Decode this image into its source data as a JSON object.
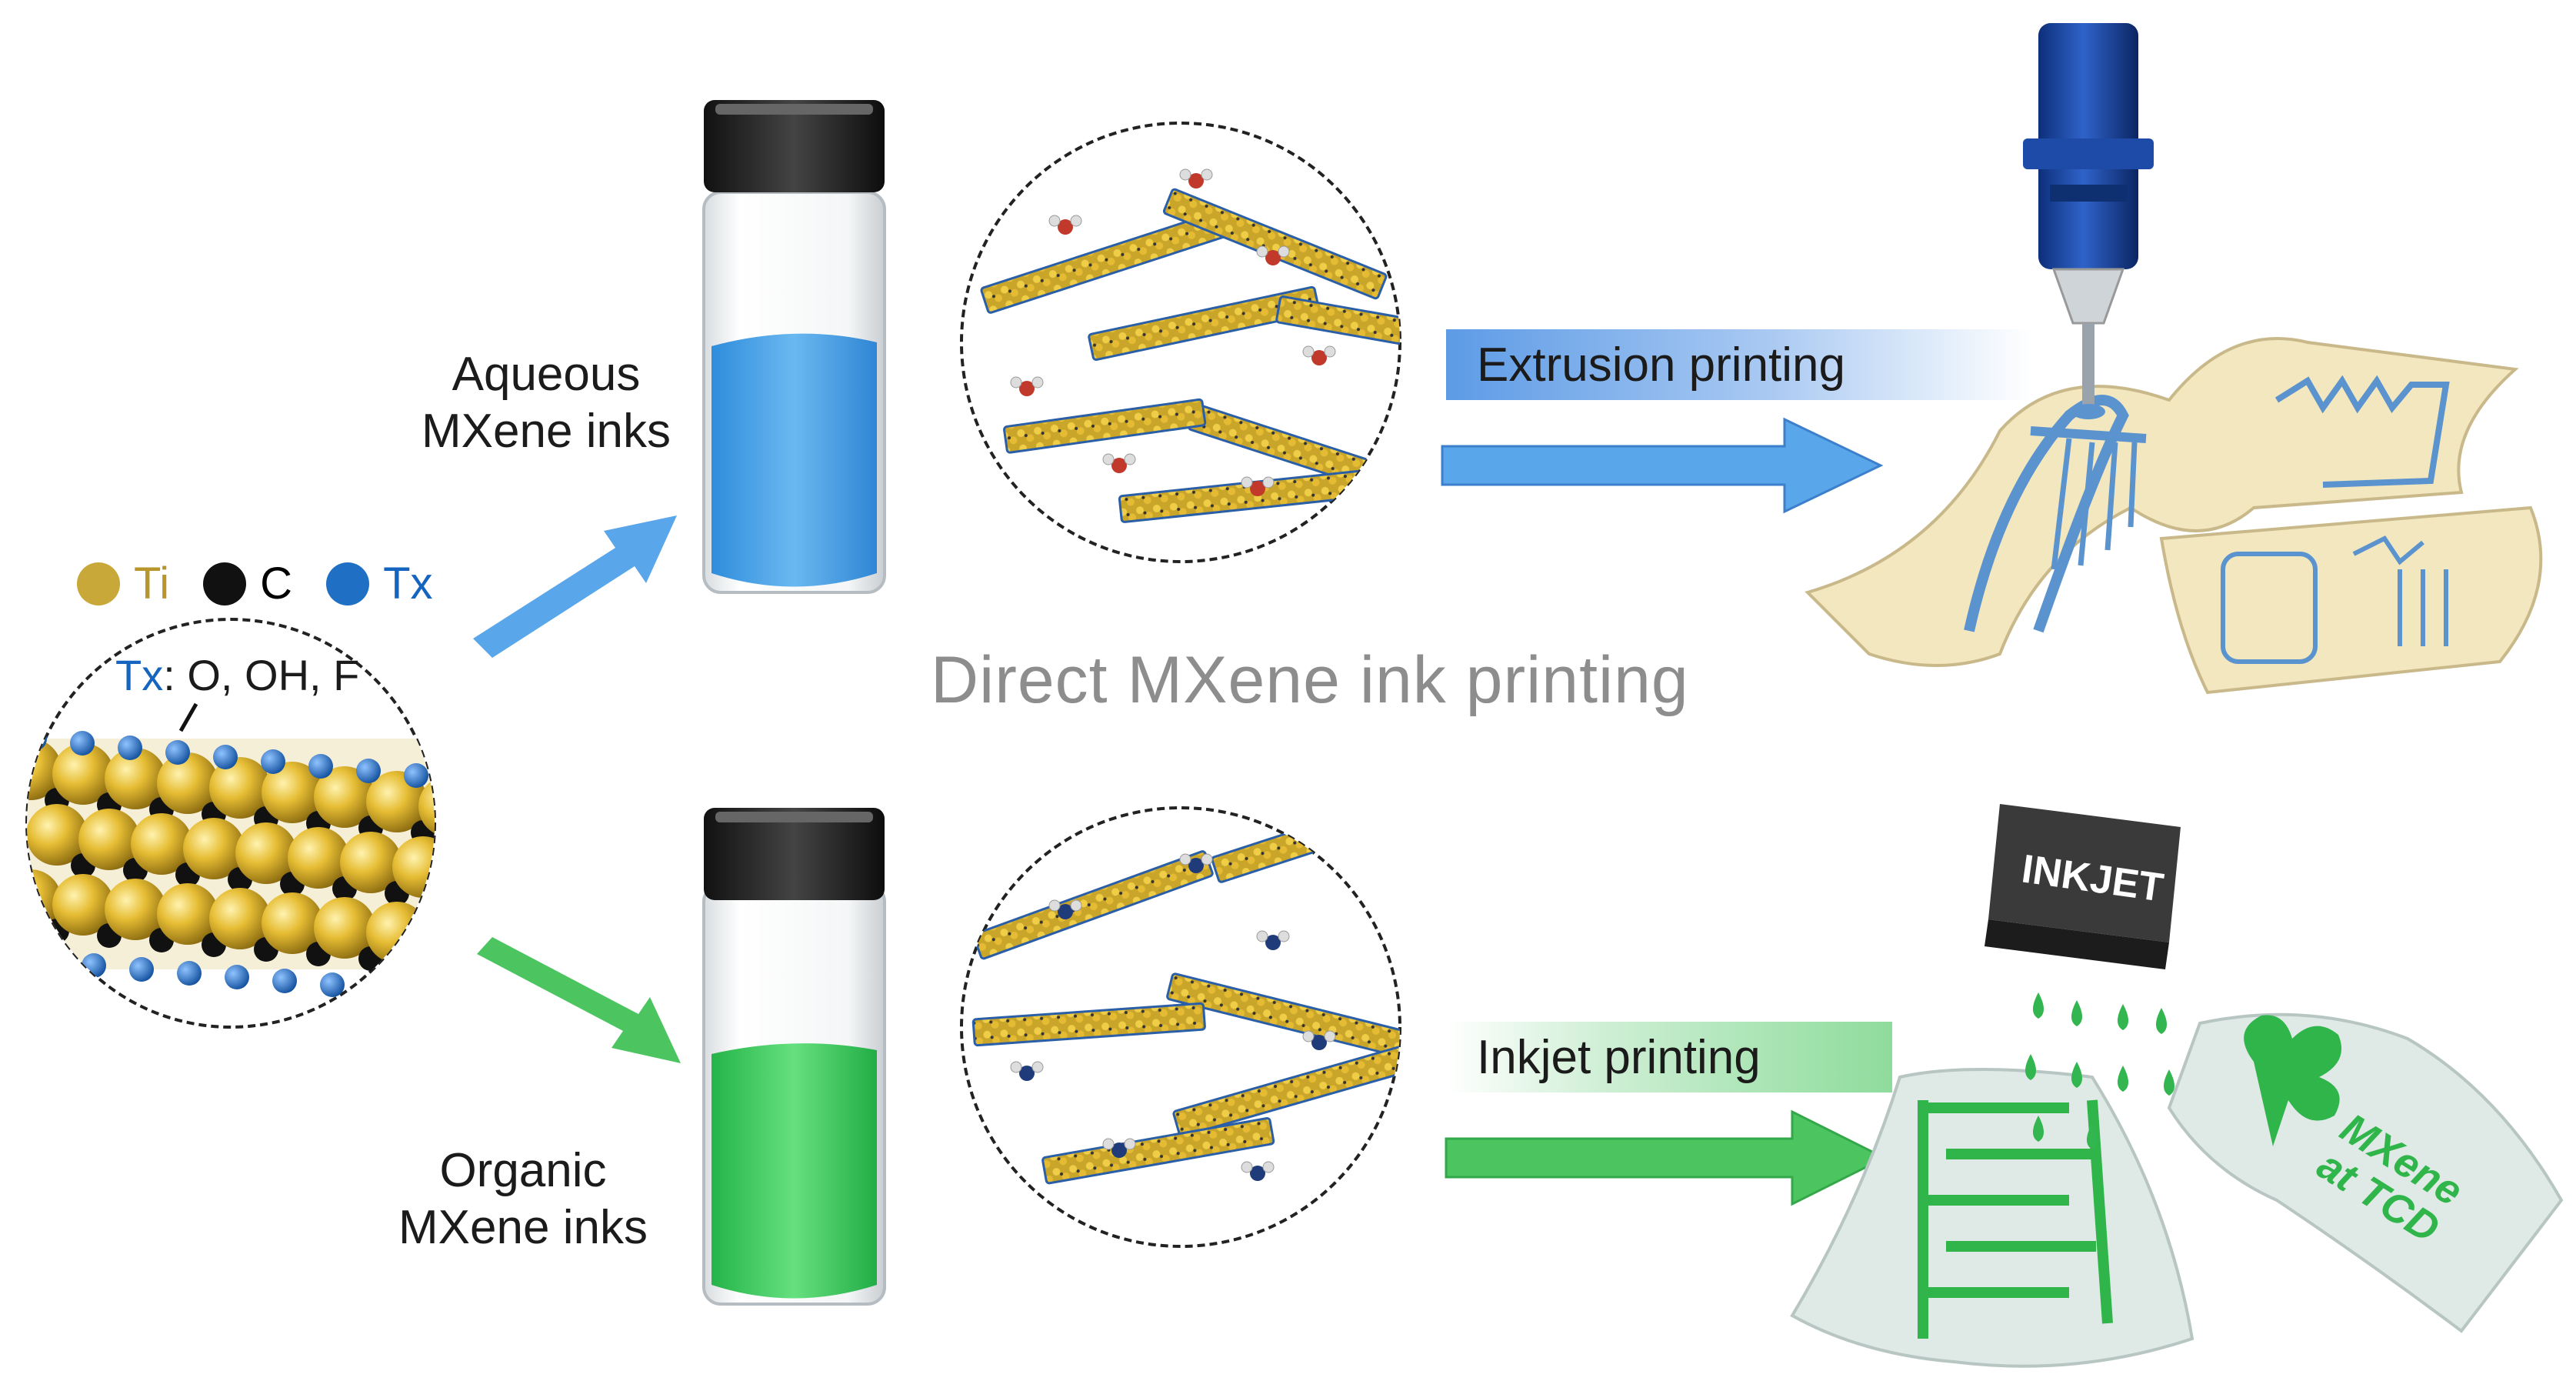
{
  "legend": {
    "ti_label": "Ti",
    "c_label": "C",
    "tx_label": "Tx",
    "tx_note_symbol": "Tx",
    "tx_note_text": ": O, OH, F",
    "colors": {
      "ti": "#c9a83a",
      "c": "#111111",
      "tx": "#1f6fc4"
    }
  },
  "aqueous_label_line1": "Aqueous",
  "aqueous_label_line2": "MXene inks",
  "organic_label_line1": "Organic",
  "organic_label_line2": "MXene inks",
  "center_title": "Direct MXene ink printing",
  "extrusion_label": "Extrusion printing",
  "inkjet_label": "Inkjet printing",
  "inkjet_head_text": "INKJET",
  "sign_line1": "MXene",
  "sign_line2": "at TCD",
  "colors": {
    "aqueous_ink": "#4aa3e8",
    "organic_ink": "#3fcf63",
    "blue_arrow": "#5aa6ea",
    "green_arrow": "#4cc561",
    "paper": "#f3e7bf",
    "film": "#dfe9e6"
  }
}
